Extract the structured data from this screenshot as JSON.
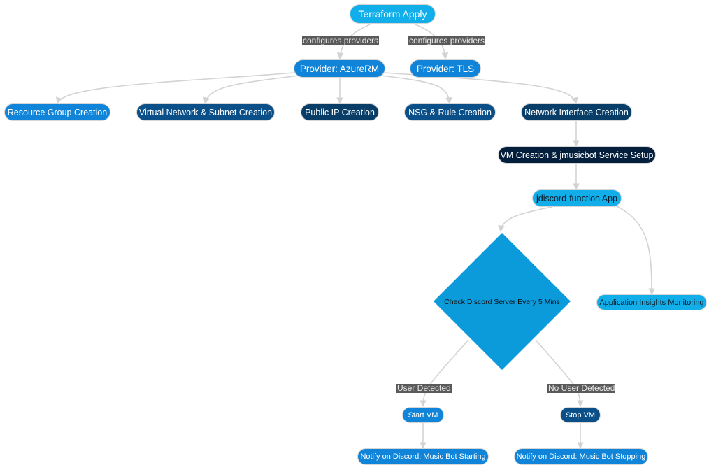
{
  "colors": {
    "light_blue": "#12aeea",
    "mid_blue": "#0f84d8",
    "dark_blue": "#0b4f88",
    "navy": "#073d66",
    "darkest_navy": "#031f3c",
    "edge": "#d3d3d3",
    "label_bg": "#5a5a5a"
  },
  "nodes": {
    "terraform_apply": "Terraform Apply",
    "provider_azurerm": "Provider: AzureRM",
    "provider_tls": "Provider: TLS",
    "resource_group": "Resource Group Creation",
    "vnet_subnet": "Virtual Network & Subnet Creation",
    "public_ip": "Public IP Creation",
    "nsg_rule": "NSG & Rule Creation",
    "network_interface": "Network Interface Creation",
    "vm_creation": "VM Creation & jmusicbot Service Setup",
    "function_app": "jdiscord-function App",
    "check_discord": "Check Discord Server Every 5 Mins",
    "app_insights": "Application Insights Monitoring",
    "start_vm": "Start VM",
    "stop_vm": "Stop VM",
    "notify_start": "Notify on Discord: Music Bot Starting",
    "notify_stop": "Notify on Discord: Music Bot Stopping"
  },
  "edge_labels": {
    "configures_azurerm": "configures providers",
    "configures_tls": "configures providers",
    "user_detected": "User Detected",
    "no_user_detected": "No User Detected"
  }
}
